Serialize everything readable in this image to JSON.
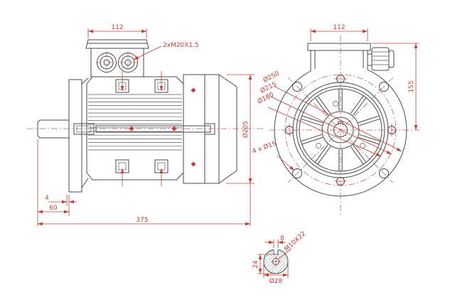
{
  "drawing_title": "Electric motor flange-mount dimensional drawing",
  "colors": {
    "line": "#4a4a4a",
    "dimension": "#c04038",
    "centerline": "#b06a68",
    "background": "#ffffff"
  },
  "side_view": {
    "dim_top_width": "112",
    "gland_label": "2xM20X1.5",
    "dim_fan_cover_dia": "Ø205",
    "dim_gap": "4",
    "dim_shaft_length": "60",
    "dim_overall_length": "375"
  },
  "front_view": {
    "dim_top_width": "112",
    "dim_center_height": "155",
    "dim_flange_dia": "Ø250",
    "dim_bolt_circle_dia": "Ø215",
    "dim_spigot_dia": "Ø180",
    "holes_label": "4 x Ø15"
  },
  "shaft_detail": {
    "dim_keyway_width": "8",
    "tap_label": "M10X22",
    "dim_keyway_height": "24",
    "dim_shaft_dia": "Ø28"
  }
}
